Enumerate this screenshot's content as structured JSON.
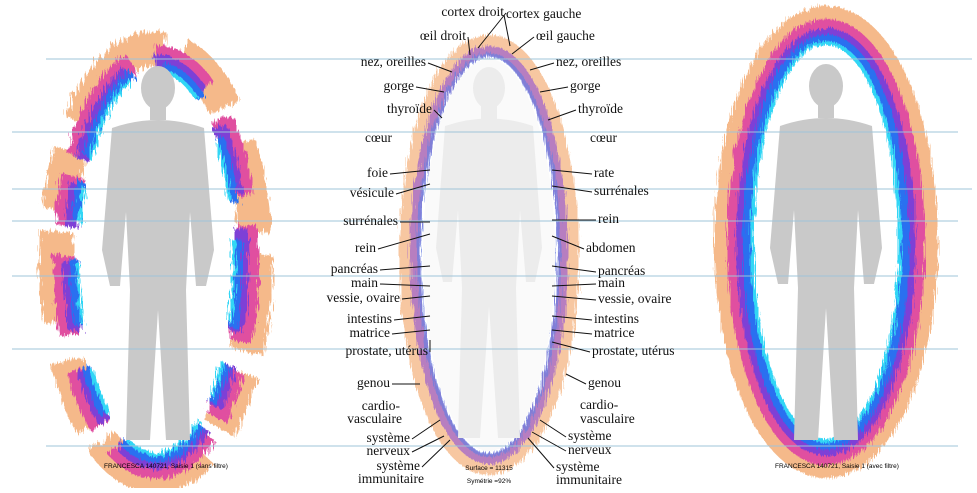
{
  "colors": {
    "aura_outer": "#f5b98a",
    "aura_mid": "#e04fa0",
    "aura_purple": "#7e3fd6",
    "aura_blue": "#2a6ff0",
    "aura_cyan": "#32d6f5",
    "silhouette": "#c9c9c9",
    "silhouette_center": "#ececec",
    "guide_lines": "#9fc4d9",
    "leader": "#111111"
  },
  "left_panel": {
    "caption": "FRANCESCA 140721, Saisie 1 (sans filtre)"
  },
  "right_panel": {
    "caption": "FRANCESCA 140721, Saisie 1 (avec filtre)"
  },
  "center_panel": {
    "surface": "Surface = 11315",
    "symmetry": "Symétrie =92%",
    "labels_left": [
      "cortex droit",
      "œil droit",
      "nez, oreilles",
      "gorge",
      "thyroïde",
      "cœur",
      "foie",
      "vésicule",
      "surrénales",
      "rein",
      "pancréas",
      "main",
      "vessie, ovaire",
      "intestins",
      "matrice",
      "prostate, utérus",
      "genou",
      "cardio-",
      "vasculaire",
      "système",
      "nerveux",
      "système",
      "immunitaire"
    ],
    "labels_right": [
      "cortex gauche",
      "œil gauche",
      "nez, oreilles",
      "gorge",
      "thyroïde",
      "cœur",
      "rate",
      "surrénales",
      "rein",
      "abdomen",
      "pancréas",
      "main",
      "vessie, ovaire",
      "intestins",
      "matrice",
      "prostate, utérus",
      "genou",
      "cardio-",
      "vasculaire",
      "système",
      "nerveux",
      "système",
      "immunitaire"
    ]
  }
}
